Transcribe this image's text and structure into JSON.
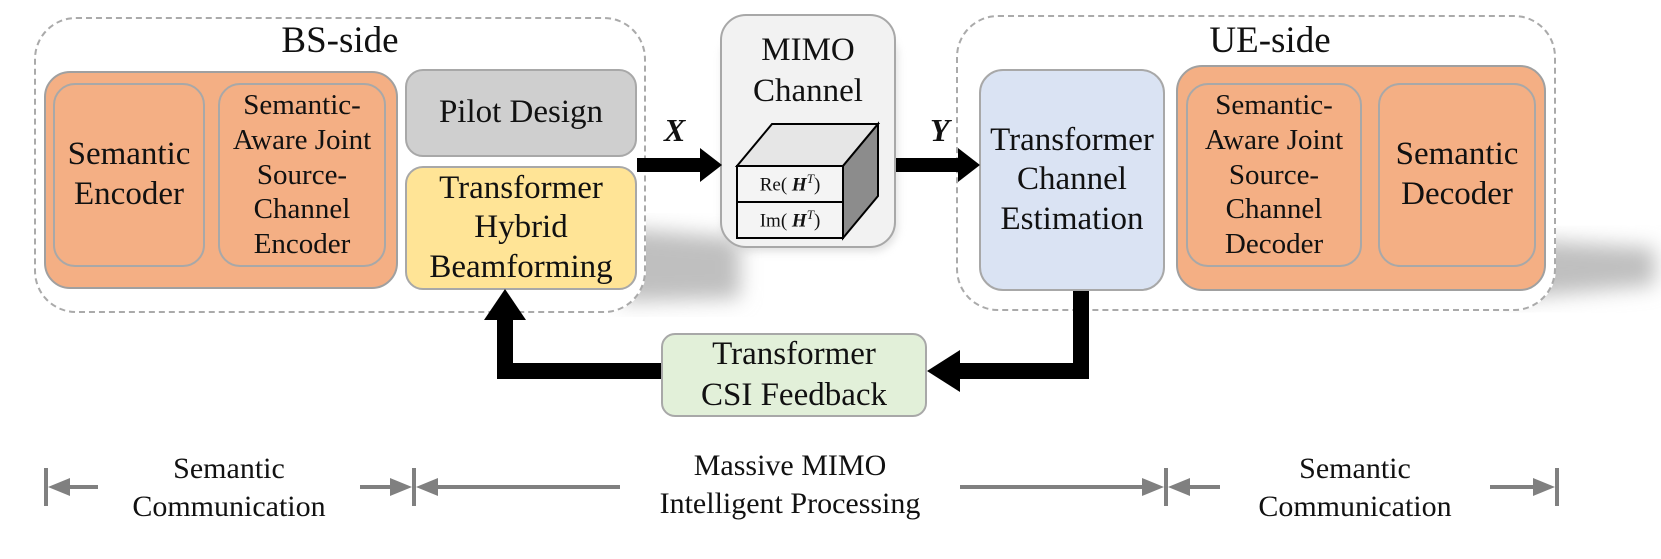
{
  "colors": {
    "orange": "#f4af84",
    "orange_border": "#a0a0a0",
    "gray_box": "#cfcfcf",
    "yellow": "#ffe496",
    "blue": "#dae3f3",
    "green": "#e2f0d9",
    "arrow": "#000000",
    "scale_arrow": "#808080"
  },
  "bs_side": {
    "title": "BS-side",
    "semantic_encoder": "Semantic\nEncoder",
    "jscc_encoder": "Semantic-\nAware Joint\nSource-\nChannel\nEncoder",
    "pilot_design": "Pilot Design",
    "hybrid_beamforming": "Transformer\nHybrid\nBeamforming"
  },
  "channel": {
    "title": "MIMO\nChannel",
    "re_label": "Re(",
    "im_label": "Im(",
    "matrix": "H",
    "superscript": "T",
    "close": ")",
    "x_signal": "X",
    "y_signal": "Y"
  },
  "ue_side": {
    "title": "UE-side",
    "channel_estimation": "Transformer\nChannel\nEstimation",
    "jscc_decoder": "Semantic-\nAware Joint\nSource-\nChannel\nDecoder",
    "semantic_decoder": "Semantic\nDecoder"
  },
  "feedback": {
    "label": "Transformer\nCSI Feedback"
  },
  "scale": {
    "left": "Semantic\nCommunication",
    "middle": "Massive MIMO\nIntelligent Processing",
    "right": "Semantic\nCommunication"
  }
}
